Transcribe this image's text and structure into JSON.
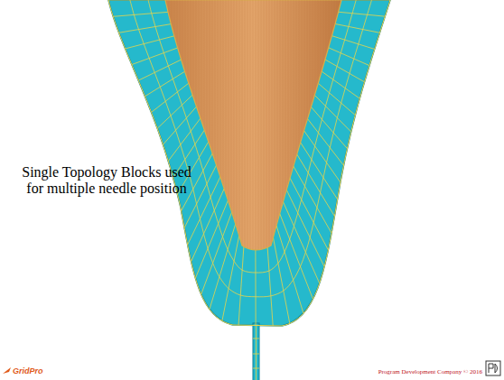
{
  "diagram": {
    "labels": [
      "Single Topology Blocks used for multiple needle position",
      "GridPro",
      "Program Development Company © 2016"
    ]
  }
}
